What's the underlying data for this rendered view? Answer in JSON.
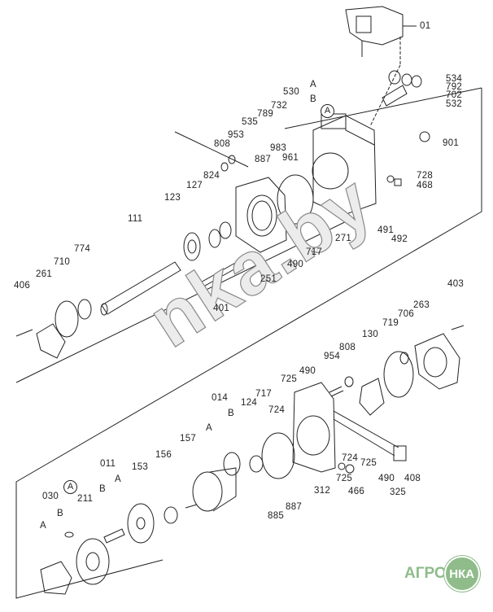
{
  "watermark": "nka.by",
  "logo": {
    "left": "АГРО",
    "right": "НКА",
    "color": "#8fbc8a"
  },
  "labels": {
    "p01": "01",
    "p534": "534",
    "p792": "792",
    "p702": "702",
    "p532": "532",
    "p530": "530",
    "p530a": "A",
    "p530b": "B",
    "circA1": "A",
    "p732": "732",
    "p789": "789",
    "p535": "535",
    "p953": "953",
    "p808a": "808",
    "p983": "983",
    "p961": "961",
    "p887a": "887",
    "p901": "901",
    "p728": "728",
    "p468": "468",
    "p824": "824",
    "p127": "127",
    "p123": "123",
    "p111": "111",
    "p774": "774",
    "p710": "710",
    "p261": "261",
    "p406": "406",
    "p491": "491",
    "p492": "492",
    "p271": "271",
    "p717a": "717",
    "p490a": "490",
    "p251": "251",
    "p401": "401",
    "p403": "403",
    "p263": "263",
    "p706": "706",
    "p719": "719",
    "p130": "130",
    "p808b": "808",
    "p954": "954",
    "p490b": "490",
    "p725a": "725",
    "p717b": "717",
    "p724a": "724",
    "p124": "124",
    "p014": "014",
    "p014a": "A",
    "p014b": "B",
    "p157": "157",
    "p156": "156",
    "p153": "153",
    "p011": "011",
    "p011b": "B",
    "p011a": "A",
    "p030": "030",
    "circA2": "A",
    "p030b": "B",
    "p030a": "A",
    "p211": "211",
    "p724b": "724",
    "p725b": "725",
    "p725c": "725",
    "p466": "466",
    "p490c": "490",
    "p408": "408",
    "p325": "325",
    "p312": "312",
    "p885": "885",
    "p887b": "887"
  }
}
